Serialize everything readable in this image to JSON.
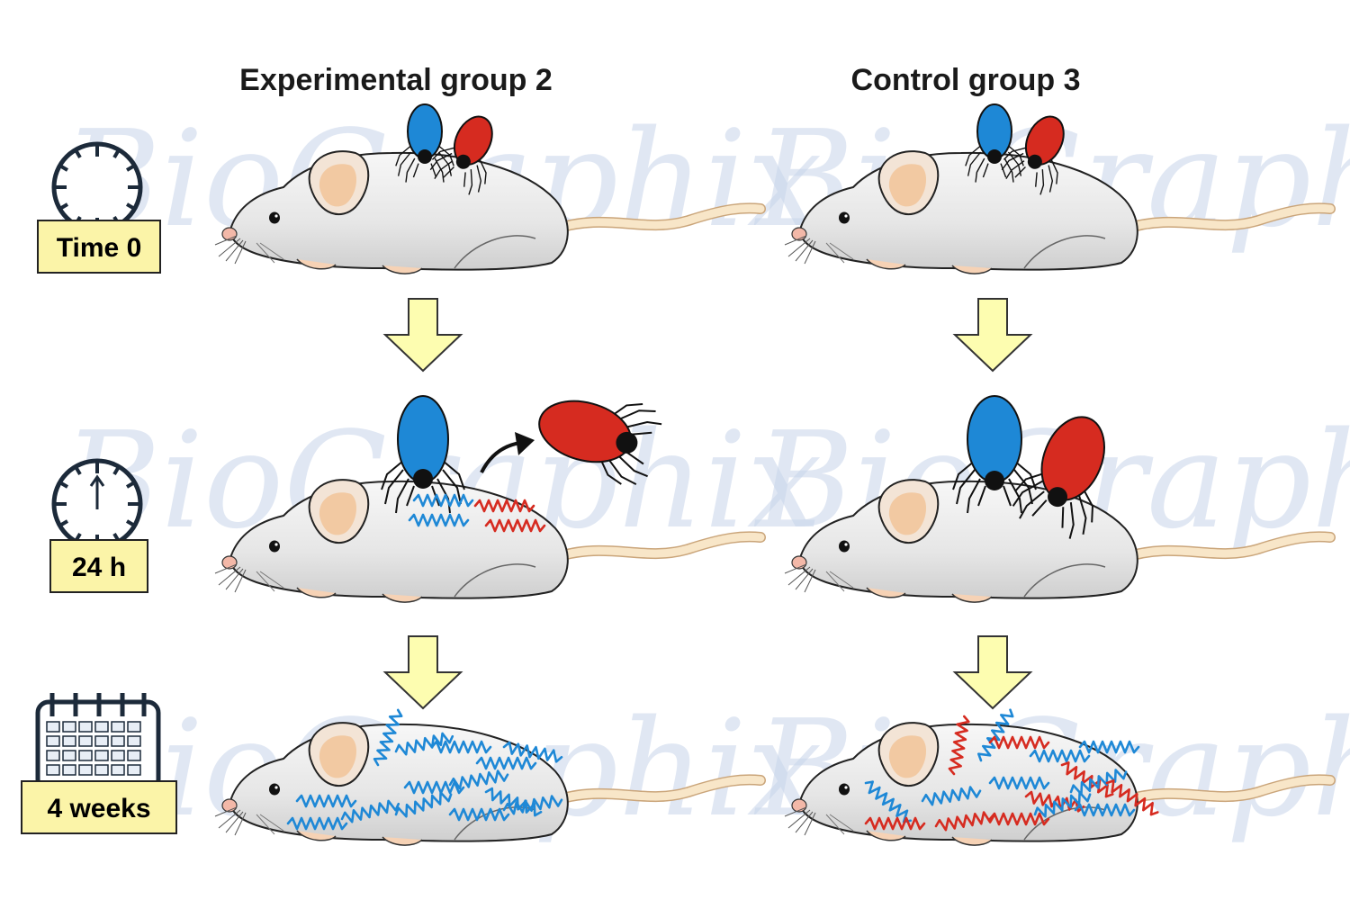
{
  "groups": {
    "left_title": "Experimental group 2",
    "right_title": "Control group 3"
  },
  "timepoints": [
    "Time 0",
    "24 h",
    "4 weeks"
  ],
  "watermark_text": "BioGraphix",
  "colors": {
    "blue_tick": "#1e88d6",
    "red_tick": "#d62b20",
    "arrow_fill": "#fdfdb0",
    "label_box": "#fbf4a8",
    "mouse_body": "#eaeaea",
    "mouse_skin": "#f6d2b5",
    "tail": "#f8e6c8"
  }
}
